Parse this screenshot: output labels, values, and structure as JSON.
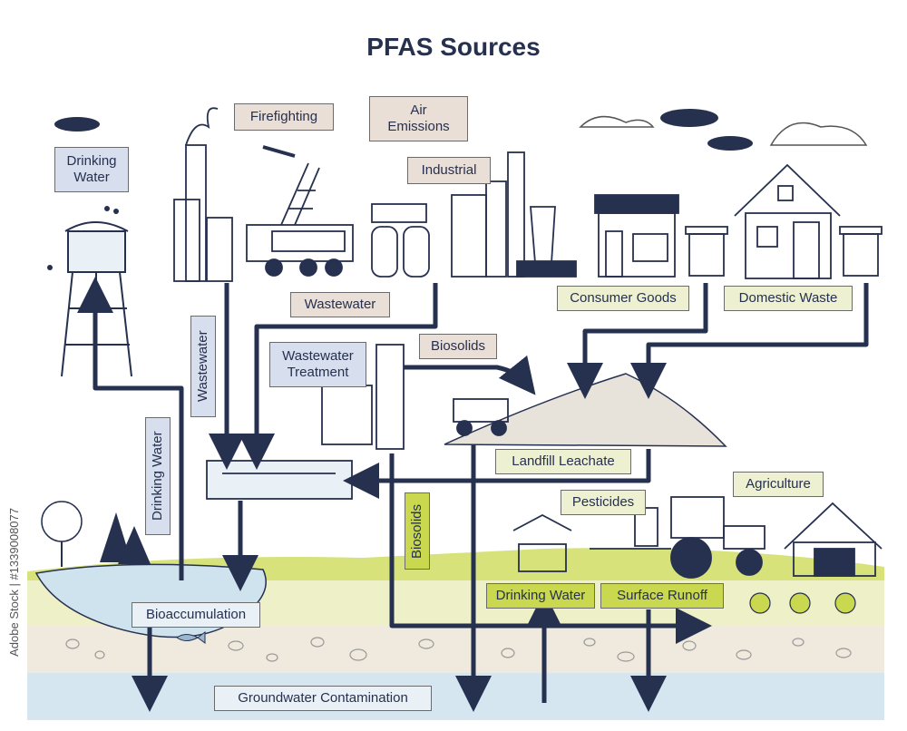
{
  "title": "PFAS Sources",
  "labels": {
    "firefighting": "Firefighting",
    "air_emissions": "Air\nEmissions",
    "drinking_water_top": "Drinking\nWater",
    "industrial": "Industrial",
    "wastewater_1": "Wastewater",
    "wastewater_2": "Wastewater",
    "consumer_goods": "Consumer Goods",
    "domestic_waste": "Domestic Waste",
    "wastewater_treatment": "Wastewater\nTreatment",
    "biosolids_top": "Biosolids",
    "drinking_water_side": "Drinking Water",
    "landfill_leachate": "Landfill Leachate",
    "agriculture": "Agriculture",
    "pesticides": "Pesticides",
    "biosolids_vert": "Biosolids",
    "drinking_water_green": "Drinking Water",
    "surface_runoff": "Surface Runoff",
    "bioaccumulation": "Bioaccumulation",
    "groundwater": "Groundwater Contamination"
  },
  "watermark": "Adobe Stock | #1339008077",
  "colors": {
    "navy": "#26304f",
    "grass": "#c9d84f",
    "soil": "#efe9de",
    "water": "#cfe3ef",
    "field": "#eef0c8"
  }
}
